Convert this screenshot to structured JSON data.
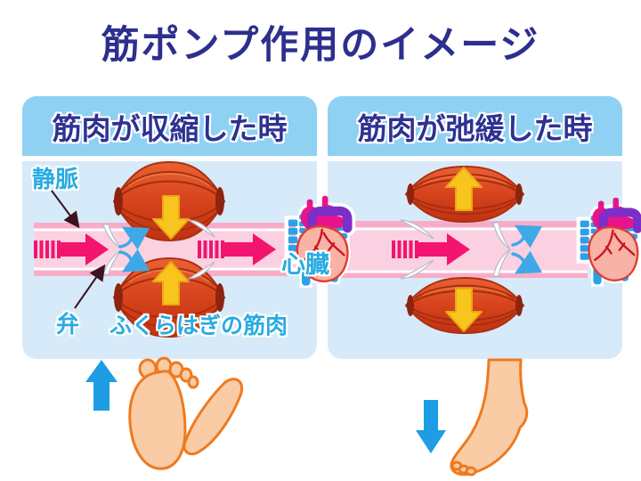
{
  "title": "筋ポンプ作用のイメージ",
  "panels": {
    "left": {
      "header": "筋肉が収縮した時"
    },
    "right": {
      "header": "筋肉が弛緩した時"
    }
  },
  "labels": {
    "vein": "静脈",
    "valve": "弁",
    "calf_muscle": "ふくらはぎの筋肉",
    "heart": "心臓"
  },
  "icons": {
    "heart": "heart-anatomy-icon",
    "muscle": "calf-muscle-spindle-icon",
    "foot_raised": "foot-tiptoe-icon",
    "foot_lowered": "foot-lowered-icon",
    "blood_flow": "blood-flow-arrow",
    "muscle_force": "muscle-force-arrow",
    "valve_open": "venous-valve-open-icon",
    "valve_closed": "venous-valve-closed-icon",
    "backflow": "backflow-swirl-icon"
  },
  "colors": {
    "title_navy": "#2D2F8E",
    "header_blue": "#8FD1F3",
    "panel_blue": "#D7EAF9",
    "label_blue": "#29ABE2",
    "vein_outer_pink": "#F8ACC8",
    "vein_inner_pink": "#FBD0E0",
    "blood_arrow_pink": "#F2146E",
    "muscle_red": "#D6431C",
    "force_arrow_yellow": "#F7C51D",
    "foot_arrow_blue": "#1E9CE4",
    "skin": "#F9CCA6",
    "skin_outline": "#EF7A1F",
    "heart_magenta": "#E8148C",
    "aorta_purple": "#7D2EC8",
    "vessel_blue": "#2AA1E8"
  }
}
